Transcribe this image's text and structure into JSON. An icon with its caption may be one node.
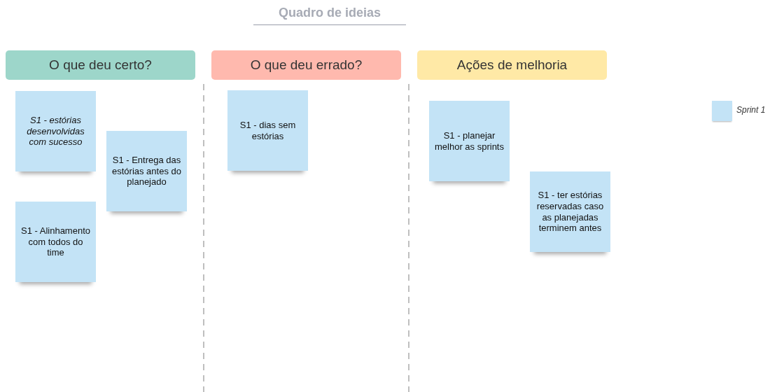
{
  "diagram": {
    "title": "Quadro de ideias",
    "nodes": [
      {
        "text": [
          "O que deu certo?"
        ]
      },
      {
        "text": [
          "O que deu errado?"
        ]
      },
      {
        "text": [
          "Ações de melhoria"
        ]
      },
      {
        "text": [
          "S1 - estórias desenvolvidas com sucesso"
        ]
      },
      {
        "text": [
          "S1 - Entrega das estórias antes do planejado"
        ]
      },
      {
        "text": [
          "S1 - Alinhamento com todos do time"
        ]
      },
      {
        "text": [
          "S1 - dias sem estórias"
        ]
      },
      {
        "text": [
          "S1 - planejar melhor as sprints"
        ]
      },
      {
        "text": [
          "S1 - ter estórias reservadas caso as planejadas terminem antes"
        ]
      }
    ],
    "edges": [],
    "legend": [
      {
        "text": "Sprint 1",
        "color": "#c3e3f6"
      }
    ]
  }
}
